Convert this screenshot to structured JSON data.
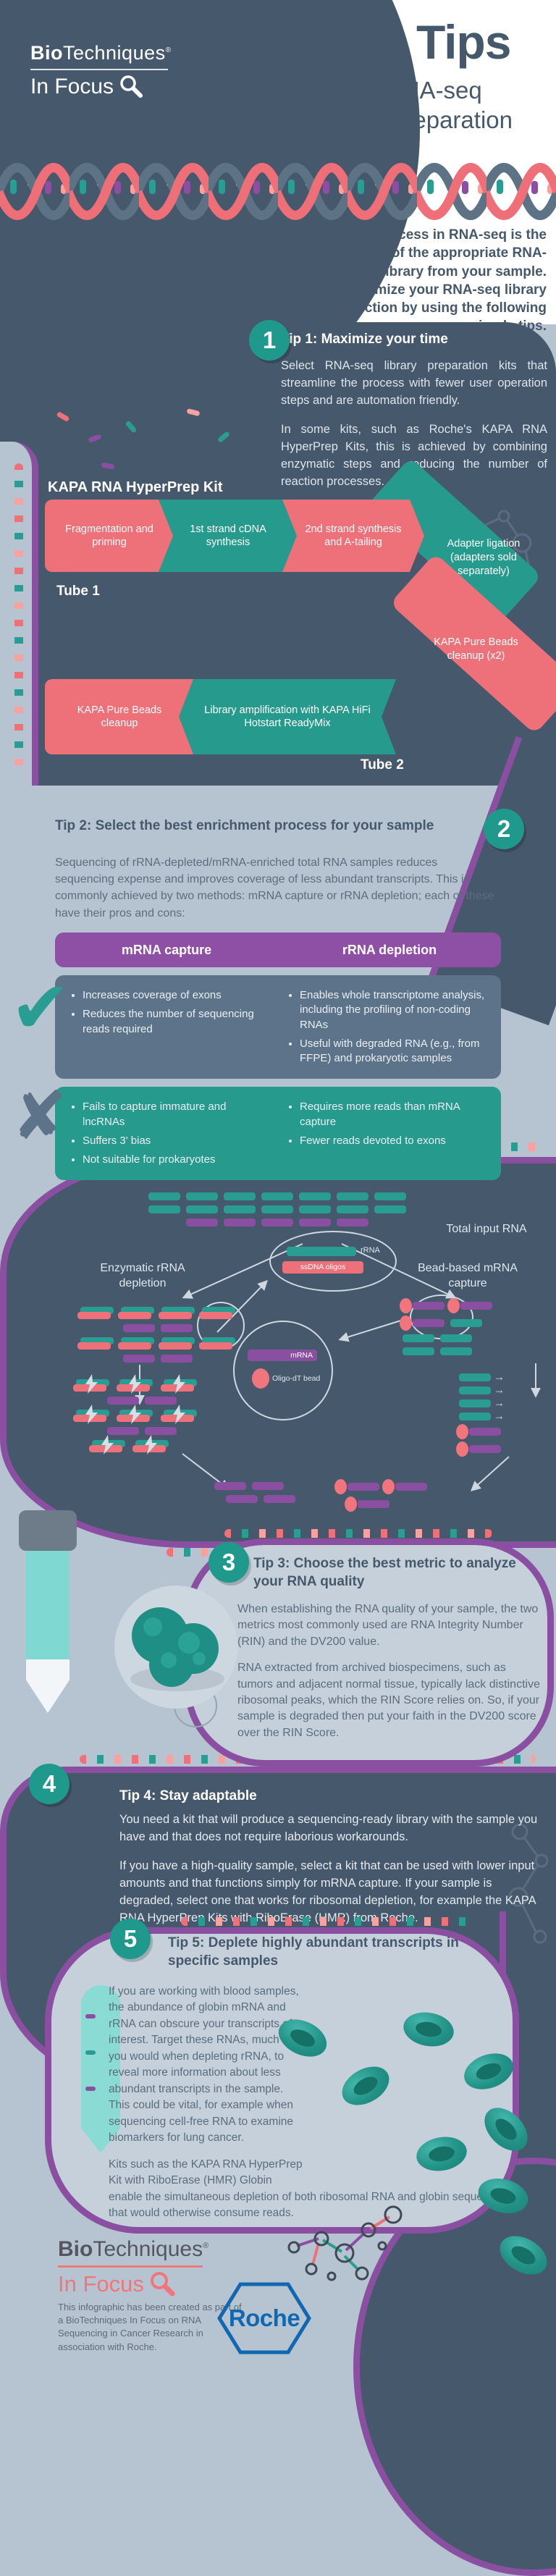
{
  "colors": {
    "dark_slate": "#46586b",
    "light_blue": "#b6c4d1",
    "panel_light": "#c5d0da",
    "teal": "#279a8e",
    "teal_badge": "#1e998c",
    "coral": "#ee7078",
    "salmon": "#f6a2a0",
    "purple": "#8a4fa0",
    "table_header_purple": "#8e50a5",
    "pros_row": "#5d7389",
    "cons_row": "#279a8e",
    "roche_blue": "#1268b0",
    "footer_coral": "#f0767c"
  },
  "brand": {
    "bold": "Bio",
    "rest": "Techniques",
    "reg": "®",
    "sub": "In Focus"
  },
  "header": {
    "title": "Top Tips",
    "subtitle": "for RNA-seq library preparation"
  },
  "intro": "A key process in RNA-seq is the construction of the appropriate RNA-seq library from your sample. Optimize your RNA-seq library construction by using the following simple tips.",
  "tip1": {
    "number": "1",
    "title": "Tip 1: Maximize your time",
    "para1": "Select RNA-seq library preparation kits that streamline the process with fewer user operation steps and are automation friendly.",
    "para2": "In some kits, such as Roche's KAPA RNA HyperPrep Kits, this is achieved by combining enzymatic steps and reducing the number of reaction processes.",
    "kit": {
      "heading": "KAPA RNA HyperPrep Kit",
      "tube1": "Tube 1",
      "tube2": "Tube 2",
      "row1": [
        {
          "label": "Fragmentation and priming"
        },
        {
          "label": "1st strand cDNA synthesis"
        },
        {
          "label": "2nd strand synthesis and A-tailing"
        },
        {
          "label": "Adapter ligation (adapters sold separately)"
        }
      ],
      "row2": [
        {
          "label": "KAPA Pure Beads cleanup"
        },
        {
          "label": "Library amplification with KAPA HiFi Hotstart ReadyMix"
        },
        {
          "label": "KAPA Pure Beads cleanup (x2)"
        }
      ]
    }
  },
  "tip2": {
    "number": "2",
    "title": "Tip 2: Select the best enrichment process for your sample",
    "body": "Sequencing of rRNA-depleted/mRNA-enriched total RNA samples reduces sequencing expense and improves coverage of less abundant transcripts. This is commonly achieved by two methods: mRNA capture or rRNA depletion; each of these have their pros and cons:",
    "table": {
      "columns": [
        "mRNA capture",
        "rRNA depletion"
      ],
      "pros_mrna": [
        "Increases coverage of exons",
        "Reduces the number of sequencing reads required"
      ],
      "pros_rrna": [
        "Enables whole transcriptome analysis, including the profiling of non-coding RNAs",
        "Useful with degraded RNA (e.g., from FFPE) and prokaryotic samples"
      ],
      "cons_mrna": [
        "Fails to capture immature and lncRNAs",
        "Suffers 3' bias",
        "Not suitable for prokaryotes"
      ],
      "cons_rrna": [
        "Requires more reads than mRNA capture",
        "Fewer reads devoted to exons"
      ]
    }
  },
  "diagram": {
    "total_label": "Total input RNA",
    "left_branch": "Enzymatic rRNA depletion",
    "right_branch": "Bead-based mRNA capture",
    "callout_rrna": {
      "bar1": "rRNA",
      "bar2": "ssDNA oligos"
    },
    "callout_mrna": {
      "bar1": "mRNA",
      "bar2": "Oligo-dT bead"
    }
  },
  "tip3": {
    "number": "3",
    "title": "Tip 3: Choose the best metric to analyze your RNA quality",
    "para1": "When establishing the RNA quality of your sample, the two metrics most commonly used are RNA Integrity Number (RIN) and the DV200 value.",
    "para2": "RNA extracted from archived biospecimens, such as tumors and adjacent normal tissue, typically lack distinctive ribosomal peaks, which the RIN Score relies on. So, if your sample is degraded then put your faith in the DV200 score over the RIN Score."
  },
  "tip4": {
    "number": "4",
    "title": "Tip 4: Stay adaptable",
    "para1": "You need a kit that will produce a sequencing-ready library with the sample you have and that does not require laborious workarounds.",
    "para2": "If you have a high-quality sample, select a kit that can be used with lower input amounts and that functions simply for mRNA capture.  If your sample is degraded, select one that works for ribosomal depletion, for example the KAPA RNA HyperPrep Kits with RiboErase (HMR) from Roche."
  },
  "tip5": {
    "number": "5",
    "title": "Tip 5: Deplete highly abundant transcripts in specific samples",
    "para1": "If you are working with blood samples, the abundance of globin mRNA and rRNA can obscure your transcripts of interest. Target these RNAs, much as you would when depleting rRNA, to reveal more information about less abundant transcripts in the sample. This could be vital, for example when sequencing cell-free RNA to examine biomarkers for lung cancer.",
    "para2": "Kits such as the KAPA RNA HyperPrep Kit with RiboErase (HMR) Globin enable the simultaneous depletion of both ribosomal RNA and globin sequences that would otherwise consume reads."
  },
  "footer": {
    "disclaimer": "This infographic has been created as part of a BioTechniques In Focus on RNA Sequencing in Cancer Research in association with Roche.",
    "partner": "Roche"
  }
}
